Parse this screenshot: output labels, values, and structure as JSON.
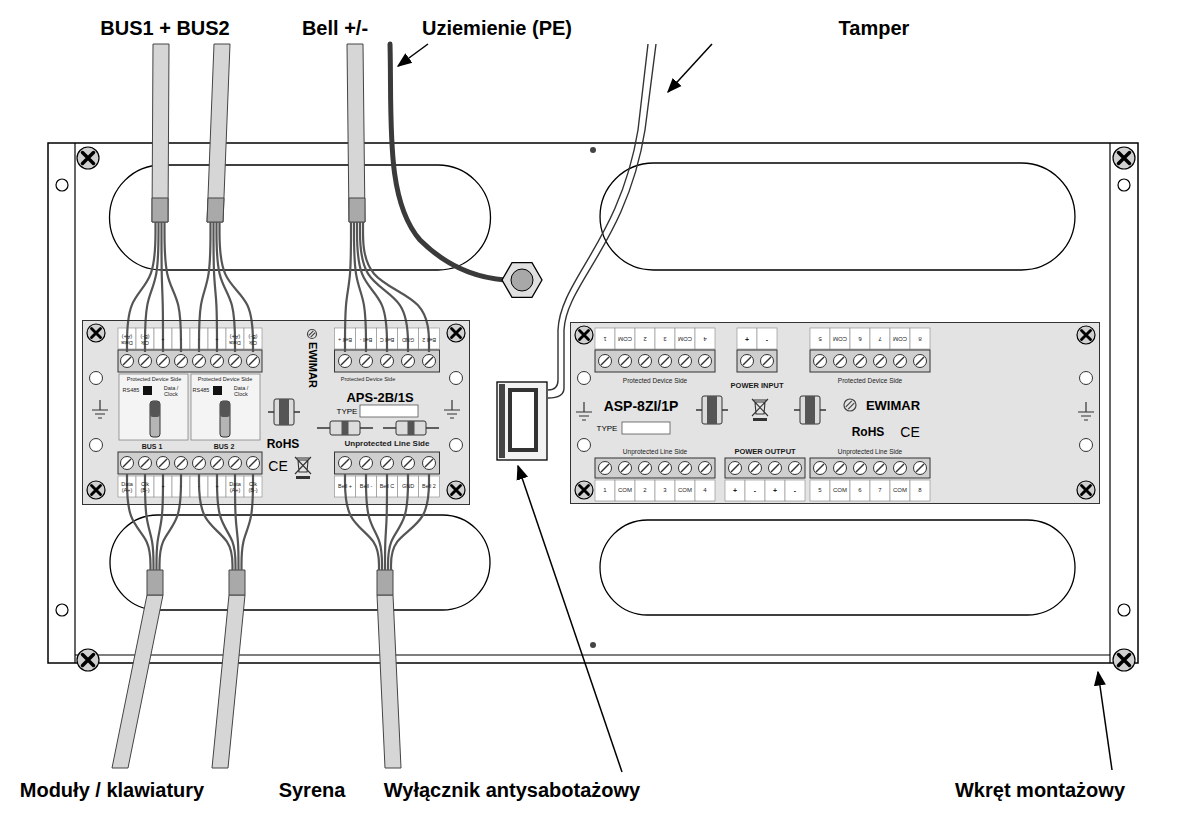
{
  "diagram": {
    "nodes": [
      {
        "text": [
          "APS-2B/1S",
          "TYPE"
        ]
      },
      {
        "text": [
          "ASP-8ZI/1P",
          "TYPE"
        ]
      }
    ],
    "labels": [
      "BUS1 + BUS2",
      "Bell +/-",
      "Uziemienie (PE)",
      "Tamper",
      "Moduły / klawiatury",
      "Syrena",
      "Wyłącznik antysabotażowy",
      "Wkręt montażowy",
      "Data (A+)",
      "Clk (B-)",
      "+",
      "-",
      "-",
      "+",
      "Data (A+)",
      "Clk (B-)",
      "Bell +",
      "Bell -",
      "Bell C",
      "GND",
      "Bell 2",
      "Protected Device Side",
      "Protected Device Side",
      "Protected Device Side",
      "RS485",
      "Data / Clock",
      "RS485",
      "Data / Clock",
      "EWIMAR",
      "BUS 1",
      "BUS 2",
      "RoHS",
      "Unprotected Line Side",
      "CE",
      "Data (A+)",
      "Clk (B-)",
      "+",
      "-",
      "-",
      "+",
      "Data (A+)",
      "Clk (B-)",
      "Bell +",
      "Bell -",
      "Bell C",
      "GND",
      "Bell 2",
      "1",
      "COM",
      "2",
      "3",
      "COM",
      "4",
      "+",
      "-",
      "5",
      "COM",
      "6",
      "7",
      "COM",
      "8",
      "Protected Device Side",
      "POWER INPUT",
      "Protected Device Side",
      "EWIMAR",
      "RoHS",
      "CE",
      "Unprotected Line Side",
      "POWER OUTPUT",
      "Unprotected Line Side",
      "1",
      "COM",
      "2",
      "3",
      "COM",
      "4",
      "+",
      "-",
      "+",
      "-",
      "5",
      "COM",
      "6",
      "7",
      "COM",
      "8"
    ]
  }
}
